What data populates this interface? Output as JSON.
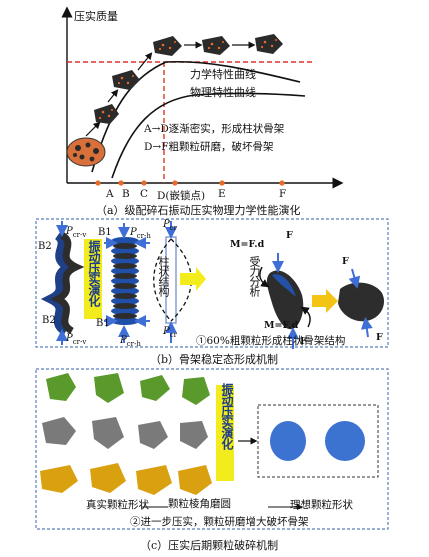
{
  "panel_a": {
    "y_axis_label": "压实质量",
    "curve_mechanical": "力学特性曲线",
    "curve_physical": "物理特性曲线",
    "annotation_ad": "A→D逐渐密实，形成柱状骨架",
    "annotation_df": "D→F粗颗粒研磨，破坏骨架",
    "x_ticks": [
      "A",
      "B",
      "C",
      "D(嵌锁点)",
      "E",
      "F"
    ],
    "caption": "（a）级配碎石振动压实物理力学性能演化"
  },
  "panel_b": {
    "label_b2_top": "B2",
    "label_b2_bottom": "B2",
    "label_b1_top": "B1",
    "label_b1_bottom": "B1",
    "pcr_v_top": "cr-v",
    "pcr_v_bottom": "cr-v",
    "pcr_h_top": "cr-h",
    "pcr_h_bottom": "cr-h",
    "pcr_top": "cr",
    "pcr_bottom": "cr",
    "p_symbol": "P",
    "vibration_text": "振动压实演化",
    "column_text": "柱状结构",
    "force_text": "受力分析",
    "moment_top": "M=F.d",
    "moment_bottom": "M=F.d",
    "force_f": "F",
    "note": "①60%粗颗粒形成柱状骨架结构",
    "caption": "（b）骨架稳定态形成机制"
  },
  "panel_c": {
    "vibration_text": "振动压实演化",
    "real_shape": "真实颗粒形状",
    "rounding": "颗粒棱角磨圆",
    "ideal_shape": "理想颗粒形状",
    "note": "②进一步压实，颗粒研磨增大破坏骨架",
    "caption": "（c）压实后期颗粒破碎机制"
  },
  "colors": {
    "red_dashed": "#e0302a",
    "axis_dot": "#e96a2a",
    "particle_dark": "#2b2b2b",
    "blue_arrow": "#3f6fd6",
    "yellow": "#f3ec1c",
    "green": "#5a9a2c",
    "gray": "#7a7a7a",
    "gold": "#d9a10f",
    "ideal_blue": "#3c72d0",
    "panel_border": "#5b7fbf"
  }
}
